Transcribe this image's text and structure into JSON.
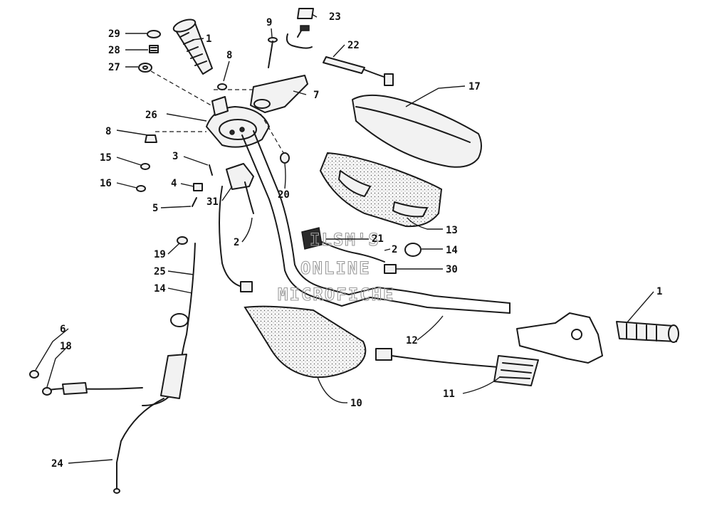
{
  "watermark": {
    "line1": "ILSM'S",
    "line2": "ONLINE",
    "line3": "MICROFICHE"
  },
  "callouts": {
    "c29": "29",
    "c28": "28",
    "c27": "27",
    "c1_top": "1",
    "c8_top": "8",
    "c9": "9",
    "c23": "23",
    "c22": "22",
    "c7": "7",
    "c17": "17",
    "c26": "26",
    "c8_left": "8",
    "c15": "15",
    "c16": "16",
    "c3": "3",
    "c4": "4",
    "c5": "5",
    "c31": "31",
    "c20": "20",
    "c2_left": "2",
    "c21": "21",
    "c2_mid": "2",
    "c13": "13",
    "c14_right": "14",
    "c30": "30",
    "c19": "19",
    "c25": "25",
    "c14_left": "14",
    "c1_right": "1",
    "c12": "12",
    "c6": "6",
    "c18": "18",
    "c10": "10",
    "c11": "11",
    "c24": "24"
  }
}
